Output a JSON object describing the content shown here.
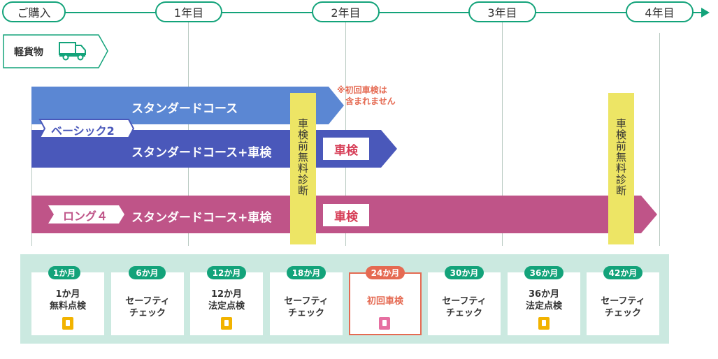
{
  "timeline": {
    "purchase": "ご購入",
    "years": [
      "1年目",
      "2年目",
      "3年目",
      "4年目"
    ]
  },
  "vehicle": {
    "label": "軽貨物",
    "icon": "truck-icon"
  },
  "courses": {
    "standard": "スタンダードコース",
    "plus_inspection": "スタンダードコース+車検",
    "basic2_tag": "ベーシック2",
    "long4_tag": "ロング４",
    "note_line1": "※初回車検は",
    "note_line2": "含まれません",
    "pre_inspection": "車検前無料診断",
    "shaken": "車検"
  },
  "schedule": {
    "months": [
      "1か月",
      "6か月",
      "12か月",
      "18か月",
      "24か月",
      "30か月",
      "36か月",
      "42か月"
    ],
    "items": [
      {
        "line1": "1か月",
        "line2": "無料点検",
        "doc": true
      },
      {
        "line1": "セーフティ",
        "line2": "チェック",
        "doc": false
      },
      {
        "line1": "12か月",
        "line2": "法定点検",
        "doc": true
      },
      {
        "line1": "セーフティ",
        "line2": "チェック",
        "doc": false
      },
      {
        "line1": "初回車検",
        "line2": "",
        "doc": true
      },
      {
        "line1": "セーフティ",
        "line2": "チェック",
        "doc": false
      },
      {
        "line1": "36か月",
        "line2": "法定点検",
        "doc": true
      },
      {
        "line1": "セーフティ",
        "line2": "チェック",
        "doc": false
      }
    ],
    "highlight_index": 4
  },
  "colors": {
    "green": "#13a37a",
    "standard_bar": "#5b87d3",
    "basic_bar": "#4a58ba",
    "long_bar": "#bf5488",
    "yellow": "#ede565",
    "accent": "#e56a52",
    "panel": "#cbe9e0"
  }
}
